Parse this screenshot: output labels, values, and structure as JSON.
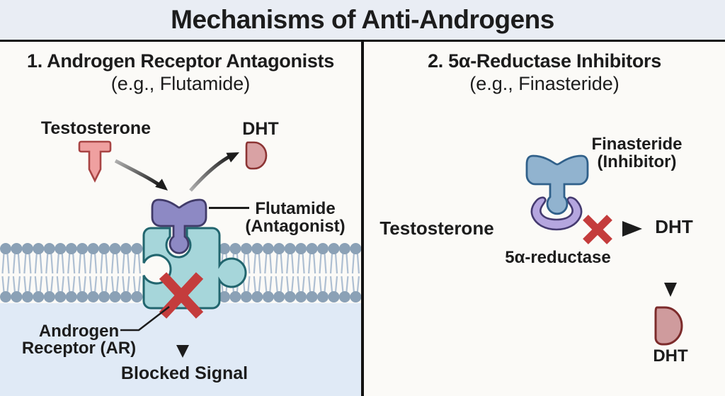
{
  "title": "Mechanisms of Anti-Androgens",
  "panels": {
    "left": {
      "heading": "1. Androgen Receptor Antagonists",
      "subheading": "(e.g., Flutamide)",
      "labels": {
        "testosterone": "Testosterone",
        "dht": "DHT",
        "flutamide_line1": "Flutamide",
        "flutamide_line2": "(Antagonist)",
        "receptor_line1": "Androgen",
        "receptor_line2": "Receptor (AR)",
        "blocked_signal": "Blocked Signal"
      }
    },
    "right": {
      "heading": "2. 5α-Reductase Inhibitors",
      "subheading": "(e.g., Finasteride)",
      "labels": {
        "finasteride_line1": "Finasteride",
        "finasteride_line2": "(Inhibitor)",
        "testosterone": "Testosterone",
        "dht_arrow": "DHT",
        "enzyme": "5α-reductase",
        "dht_product": "DHT"
      }
    }
  },
  "colors": {
    "title_bg": "#e9edf4",
    "panel_bg": "#fbfaf7",
    "cytoplasm_bg": "#e0eaf6",
    "divider": "#121212",
    "text": "#1c1c1c",
    "testosterone_fill": "#efa0a0",
    "testosterone_stroke": "#a84444",
    "dht_fill": "#d9a2a4",
    "dht_stroke": "#8c3434",
    "dht_product_fill": "#cf9b9d",
    "dht_product_stroke": "#7c2b2b",
    "flutamide_fill": "#8d89c4",
    "flutamide_stroke": "#413b69",
    "receptor_fill": "#a6d6da",
    "receptor_stroke": "#21656e",
    "finasteride_fill": "#91b3cf",
    "finasteride_stroke": "#30608a",
    "reductase_fill": "#b5a6df",
    "reductase_stroke": "#453a70",
    "membrane_head": "#8ba1b6",
    "membrane_tail": "#aebfd2",
    "blocked_x": "#c43c3c",
    "arrow_dark": "#1c1c1c"
  }
}
